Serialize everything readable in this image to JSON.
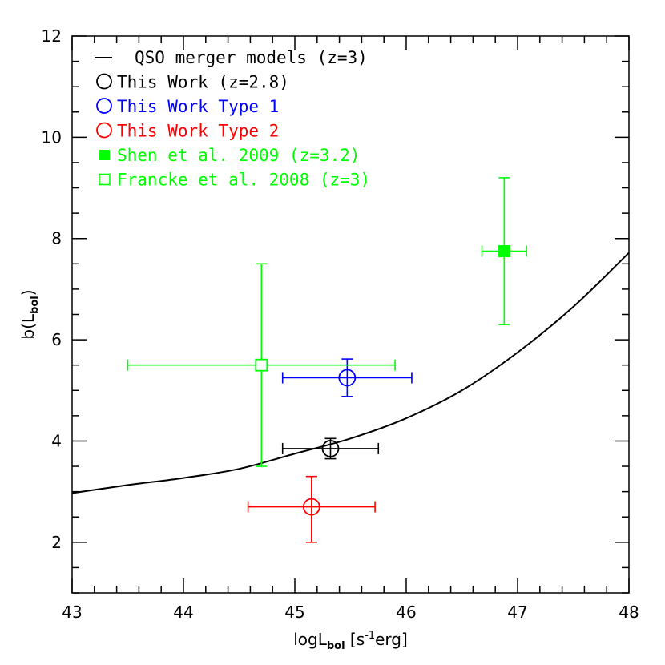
{
  "chart_data": {
    "type": "scatter",
    "xlabel": {
      "main": "logL",
      "sub": "bol",
      "unit": " [s",
      "sup": "-1",
      "unit_end": "erg]"
    },
    "ylabel": {
      "main": "b(L",
      "sub": "bol",
      "end": ")"
    },
    "xlim": [
      43,
      48
    ],
    "ylim": [
      1,
      12
    ],
    "x_ticks": [
      "43",
      "44",
      "45",
      "46",
      "47",
      "48"
    ],
    "y_ticks": [
      "2",
      "4",
      "6",
      "8",
      "10",
      "12"
    ],
    "grid": false,
    "legend_position": "top-left",
    "model_curve": {
      "name": "QSO merger models (z=3)",
      "color": "#000000",
      "x": [
        43,
        43.5,
        44,
        44.5,
        45,
        45.5,
        46,
        46.5,
        47,
        47.5,
        48
      ],
      "y": [
        2.97,
        3.13,
        3.27,
        3.45,
        3.75,
        4.05,
        4.45,
        5.0,
        5.75,
        6.65,
        7.72
      ]
    },
    "series": [
      {
        "name": "This Work (z=2.8)",
        "color": "#000000",
        "marker": "open-circle",
        "points": [
          {
            "x": 45.32,
            "y": 3.85,
            "xerr": [
              0.43,
              0.43
            ],
            "yerr": [
              0.2,
              0.2
            ]
          }
        ]
      },
      {
        "name": "This Work Type 1",
        "color": "#0000ff",
        "marker": "open-circle",
        "points": [
          {
            "x": 45.47,
            "y": 5.25,
            "xerr": [
              0.58,
              0.58
            ],
            "yerr": [
              0.37,
              0.37
            ]
          }
        ]
      },
      {
        "name": "This Work Type 2",
        "color": "#ff0000",
        "marker": "open-circle",
        "points": [
          {
            "x": 45.15,
            "y": 2.7,
            "xerr": [
              0.57,
              0.57
            ],
            "yerr": [
              0.7,
              0.6
            ]
          }
        ]
      },
      {
        "name": "Shen et al. 2009 (z=3.2)",
        "color": "#00ff00",
        "marker": "filled-square",
        "points": [
          {
            "x": 46.88,
            "y": 7.75,
            "xerr": [
              0.2,
              0.2
            ],
            "yerr": [
              1.45,
              1.45
            ]
          }
        ]
      },
      {
        "name": "Francke et al. 2008 (z=3)",
        "color": "#00ff00",
        "marker": "open-square",
        "points": [
          {
            "x": 44.7,
            "y": 5.5,
            "xerr": [
              1.2,
              1.2
            ],
            "yerr": [
              2.0,
              2.0
            ]
          }
        ]
      }
    ]
  }
}
